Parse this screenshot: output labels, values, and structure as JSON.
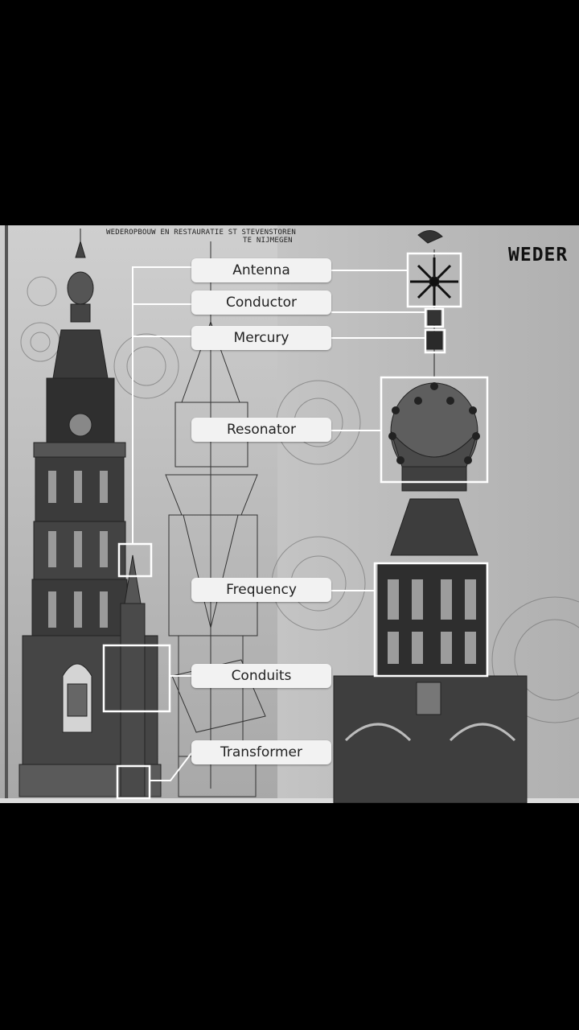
{
  "drawing": {
    "title_left": "WEDEROPBOUW EN RESTAURATIE ST STEVENSTOREN",
    "title_left_sub": "TE NIJMEGEN",
    "title_right": "WEDER"
  },
  "labels": [
    {
      "id": "antenna",
      "text": "Antenna"
    },
    {
      "id": "conductor",
      "text": "Conductor"
    },
    {
      "id": "mercury",
      "text": "Mercury"
    },
    {
      "id": "resonator",
      "text": "Resonator"
    },
    {
      "id": "frequency",
      "text": "Frequency"
    },
    {
      "id": "conduits",
      "text": "Conduits"
    },
    {
      "id": "transformer",
      "text": "Transformer"
    }
  ],
  "colors": {
    "background": "#000000",
    "paper": "#bdbdbd",
    "ink": "#2a2a2a",
    "label_bg": "#f2f2f2",
    "connector": "#ffffff"
  }
}
